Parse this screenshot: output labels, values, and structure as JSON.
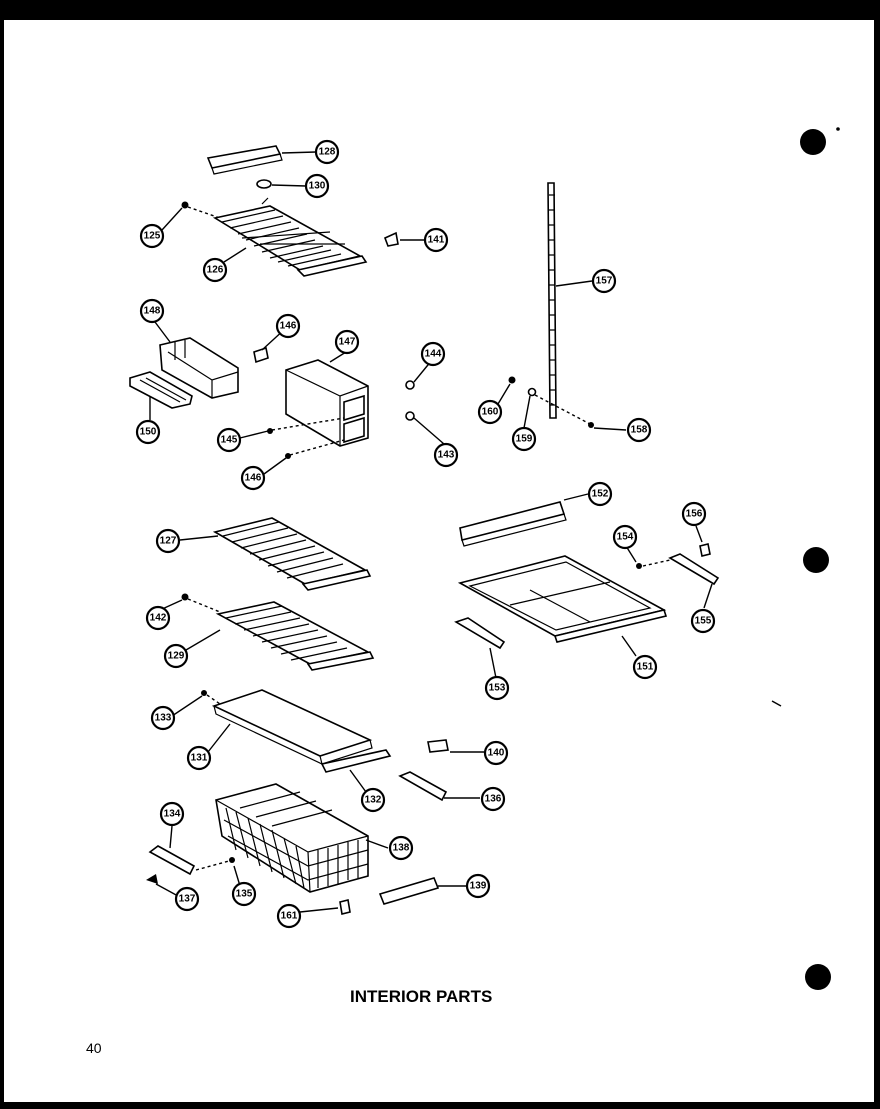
{
  "diagram": {
    "title": "INTERIOR PARTS",
    "page_number": "40",
    "callouts": [
      "128",
      "130",
      "125",
      "126",
      "141",
      "157",
      "148",
      "146",
      "147",
      "144",
      "150",
      "145",
      "146",
      "143",
      "160",
      "159",
      "158",
      "127",
      "152",
      "156",
      "154",
      "142",
      "129",
      "155",
      "151",
      "153",
      "133",
      "131",
      "140",
      "132",
      "136",
      "134",
      "138",
      "137",
      "135",
      "161",
      "139"
    ]
  }
}
